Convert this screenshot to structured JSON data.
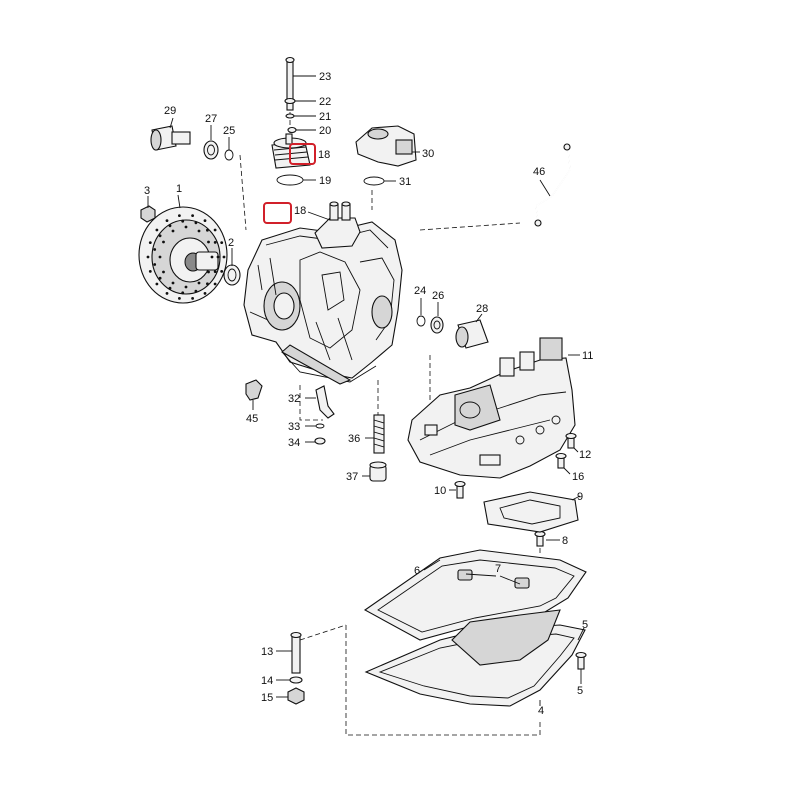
{
  "callouts": {
    "c1": "1",
    "c2": "2",
    "c3": "3",
    "c4": "4",
    "c5": "5",
    "c6": "6",
    "c7": "7",
    "c8": "8",
    "c9": "9",
    "c10": "10",
    "c11": "11",
    "c12": "12",
    "c13": "13",
    "c14": "14",
    "c15": "15",
    "c16": "16",
    "c18a": "18",
    "c18b": "18",
    "c19": "19",
    "c20": "20",
    "c21": "21",
    "c22": "22",
    "c23": "23",
    "c24": "24",
    "c25": "25",
    "c26": "26",
    "c27": "27",
    "c28": "28",
    "c29": "29",
    "c30": "30",
    "c31": "31",
    "c32": "32",
    "c33": "33",
    "c34": "34",
    "c36": "36",
    "c37": "37",
    "c45": "45",
    "c46": "46"
  },
  "highlight_color": "#d1202a"
}
